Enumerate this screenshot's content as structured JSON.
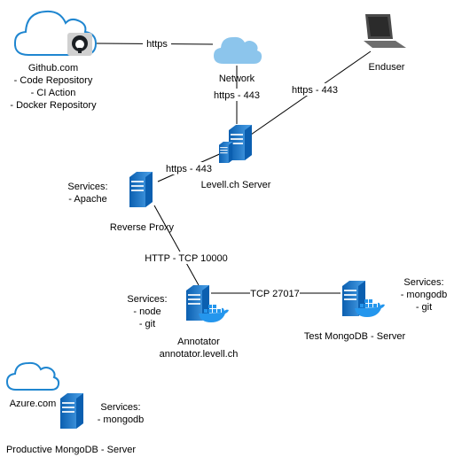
{
  "colors": {
    "cloud_stroke": "#1f86d0",
    "cloud_fill": "#ffffff",
    "network_cloud": "#8cc5ec",
    "server_dark": "#0b5fb0",
    "server_light": "#4da3ea",
    "docker_blue": "#2496ed",
    "line": "#000000"
  },
  "nodes": {
    "github": {
      "label": [
        "Github.com",
        "- Code Repository",
        "- CI Action",
        "- Docker Repository"
      ],
      "icon": "github-cloud-icon"
    },
    "network": {
      "label": [
        "Network"
      ],
      "icon": "network-cloud-icon"
    },
    "enduser": {
      "label": [
        "Enduser"
      ],
      "icon": "laptop-icon"
    },
    "levell_server": {
      "label": [
        "Levell.ch Server"
      ],
      "icon": "server-icon"
    },
    "reverse_proxy": {
      "label": [
        "Reverse Proxy"
      ],
      "services": [
        "Services:",
        "- Apache"
      ],
      "icon": "server-icon"
    },
    "annotator": {
      "label": [
        "Annotator",
        "annotator.levell.ch"
      ],
      "services": [
        "Services:",
        "- node",
        "- git"
      ],
      "icon": "docker-server-icon"
    },
    "test_mongodb": {
      "label": [
        "Test MongoDB - Server"
      ],
      "services": [
        "Services:",
        "- mongodb",
        "- git"
      ],
      "icon": "docker-server-icon"
    },
    "azure": {
      "label": [
        "Azure.com"
      ],
      "icon": "azure-cloud-icon"
    },
    "prod_mongodb": {
      "label": [
        "Productive MongoDB - Server"
      ],
      "services": [
        "Services:",
        "- mongodb"
      ],
      "icon": "server-icon"
    }
  },
  "edges": [
    {
      "from": "github",
      "to": "network",
      "label": "https"
    },
    {
      "from": "network",
      "to": "levell_server",
      "label": "https - 443"
    },
    {
      "from": "enduser",
      "to": "levell_server",
      "label": "https - 443"
    },
    {
      "from": "levell_server",
      "to": "reverse_proxy",
      "label": "https - 443"
    },
    {
      "from": "reverse_proxy",
      "to": "annotator",
      "label": "HTTP - TCP 10000"
    },
    {
      "from": "annotator",
      "to": "test_mongodb",
      "label": "TCP 27017"
    }
  ]
}
